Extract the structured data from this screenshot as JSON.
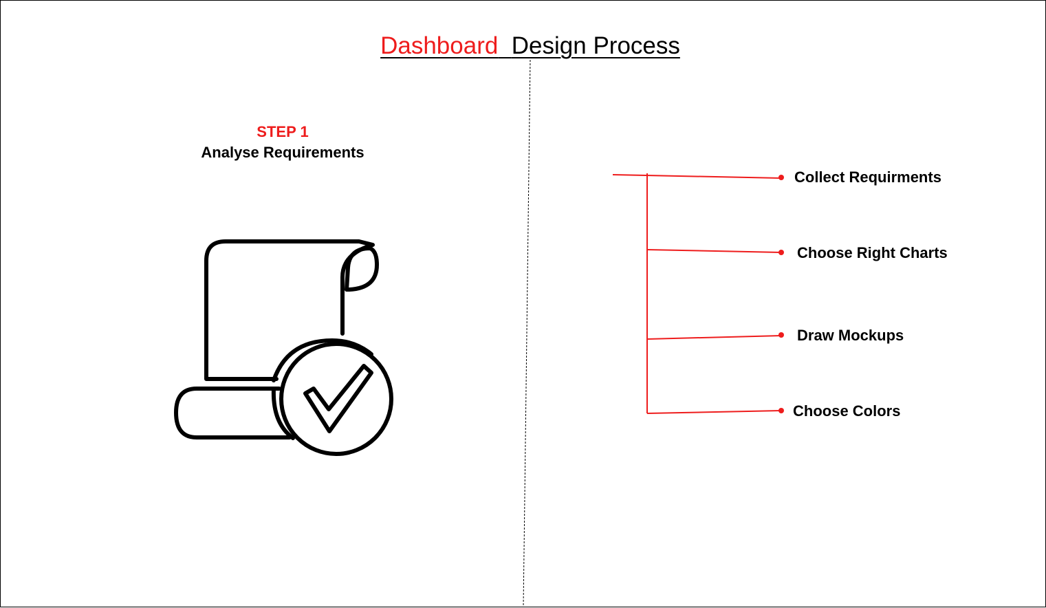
{
  "title": {
    "highlight": "Dashboard",
    "rest": "Design Process"
  },
  "step": {
    "label": "STEP 1",
    "title": "Analyse Requirements"
  },
  "branches": [
    "Collect Requirments",
    "Choose Right Charts",
    "Draw Mockups",
    "Choose Colors"
  ],
  "icon": "scroll-with-checkmark-icon",
  "colors": {
    "accent": "#ee1c1c",
    "text": "#000000",
    "background": "#ffffff"
  }
}
